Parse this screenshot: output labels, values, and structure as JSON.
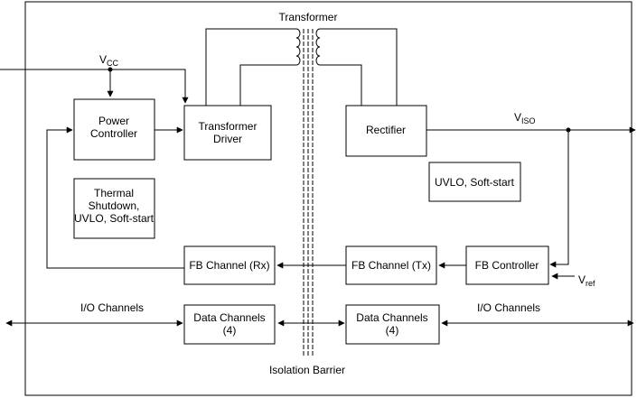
{
  "labels": {
    "transformer": "Transformer",
    "vcc_main": "V",
    "vcc_sub": "CC",
    "viso_main": "V",
    "viso_sub": "ISO",
    "vref_main": "V",
    "vref_sub": "ref",
    "isolation_barrier": "Isolation Barrier",
    "io_left": "I/O Channels",
    "io_right": "I/O Channels"
  },
  "blocks": {
    "power_controller": [
      "Power",
      "Controller"
    ],
    "transformer_driver": [
      "Transformer",
      "Driver"
    ],
    "rectifier": [
      "Rectifier"
    ],
    "thermal": [
      "Thermal",
      "Shutdown,",
      "UVLO, Soft-start"
    ],
    "uvlo_right": [
      "UVLO, Soft-start"
    ],
    "fb_rx": [
      "FB Channel (Rx)"
    ],
    "fb_tx": [
      "FB Channel (Tx)"
    ],
    "fb_controller": [
      "FB Controller"
    ],
    "data_left": [
      "Data Channels",
      "(4)"
    ],
    "data_right": [
      "Data Channels",
      "(4)"
    ]
  },
  "colors": {
    "stroke": "#000000",
    "background": "#ffffff"
  }
}
